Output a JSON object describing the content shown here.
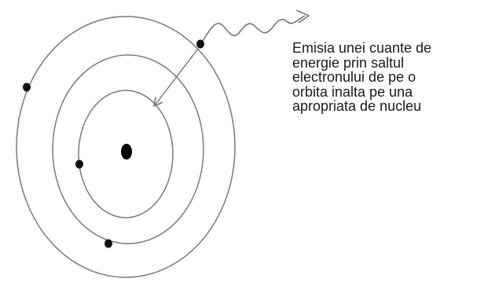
{
  "caption": {
    "lines": [
      "Emisia unei cuante de",
      "energie prin saltul",
      "electronului de pe o",
      "orbita inalta pe una",
      "apropriata de nucleu"
    ]
  },
  "colors": {
    "orbit": "#7a7a7a",
    "electron": "#111111",
    "nucleus": "#000000",
    "arrow": "#6e6e6e",
    "photon_wave": "#6e6e6e",
    "text": "#1a1a1a"
  },
  "diagram": {
    "orbit_count": 3,
    "electron_count": 4,
    "elements": [
      "nucleus",
      "orbit-inner",
      "orbit-middle",
      "orbit-outer",
      "electron-transition-arrow",
      "photon-wave"
    ]
  }
}
